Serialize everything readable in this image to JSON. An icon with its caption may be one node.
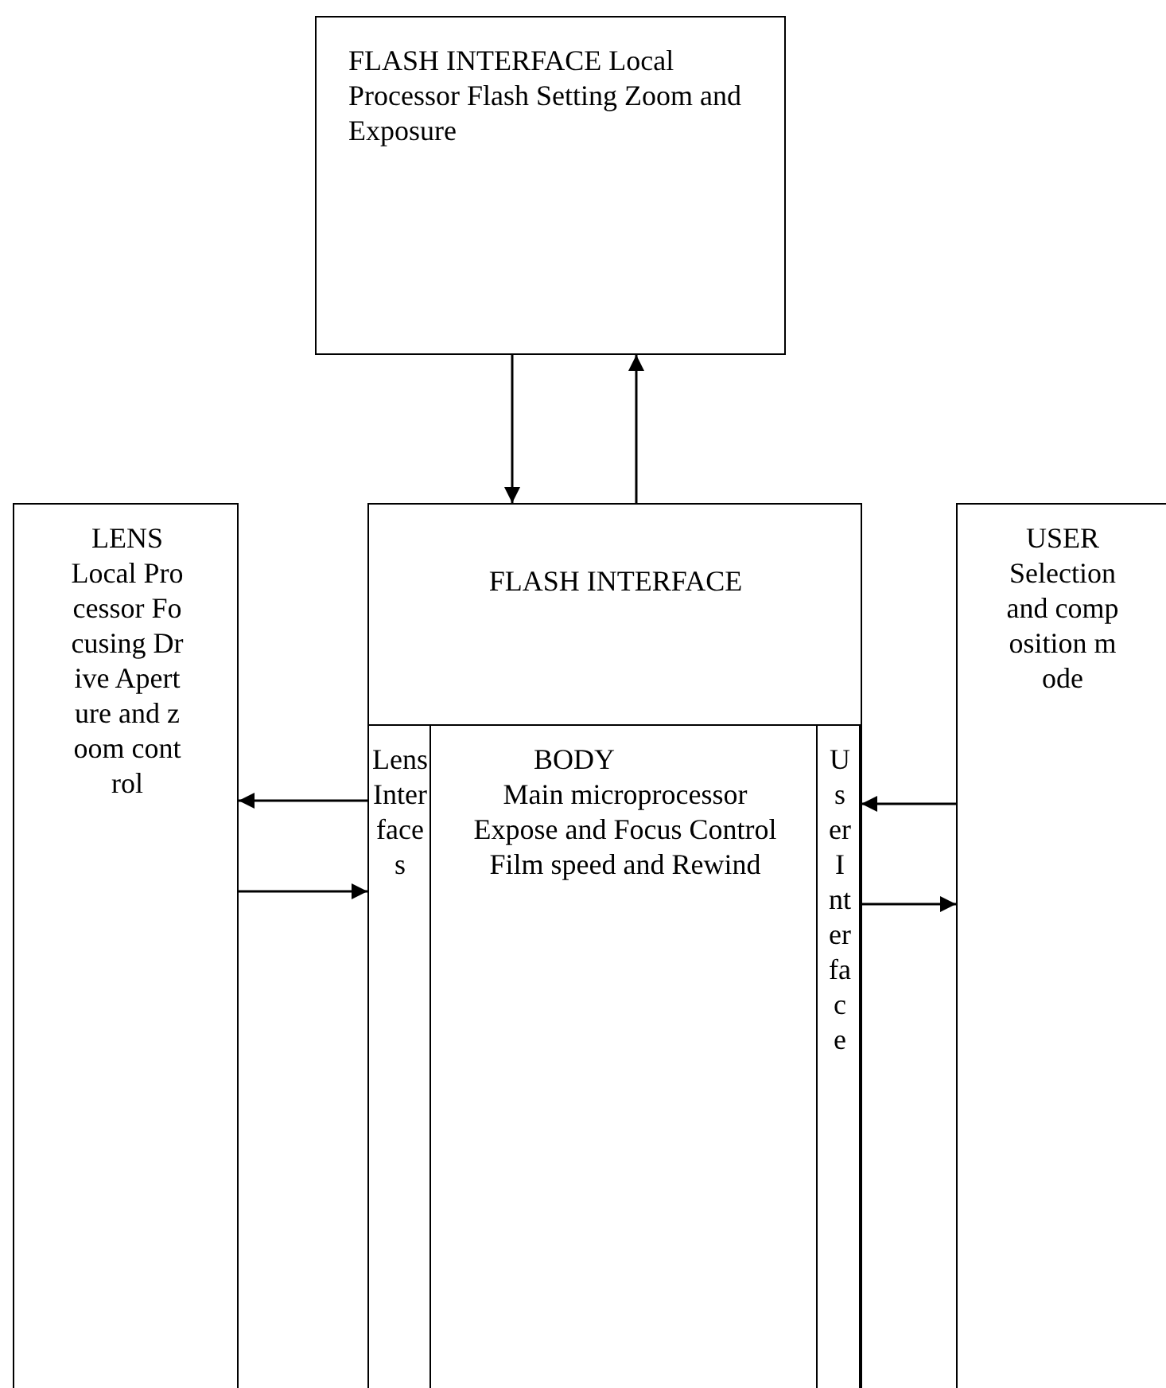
{
  "diagram": {
    "nodes": [
      {
        "text": [
          "FLASH INTERFACE Local Processor Flash Setting Zoom and Exposure"
        ]
      },
      {
        "text": [
          "LENS",
          "Local Processor Focusing Drive Aperture and zoom control"
        ]
      },
      {
        "text": [
          "FLASH INTERFACE"
        ]
      },
      {
        "text": [
          "Lens Interfaces"
        ],
        "in": 2
      },
      {
        "text": [
          "BODY",
          "Main microprocessor Expose and Focus Control Film speed and Rewind"
        ],
        "in": 2
      },
      {
        "text": [
          "User Interface"
        ],
        "in": 2
      },
      {
        "text": [
          "USER",
          "Selection and composition mode"
        ]
      }
    ],
    "edges": [
      {
        "from": 0,
        "to": 2,
        "arrow": "to"
      },
      {
        "from": 2,
        "to": 0,
        "arrow": "to"
      },
      {
        "from": 3,
        "to": 1,
        "arrow": "to"
      },
      {
        "from": 1,
        "to": 3,
        "arrow": "to"
      },
      {
        "from": 6,
        "to": 5,
        "arrow": "to"
      },
      {
        "from": 5,
        "to": 6,
        "arrow": "to"
      }
    ]
  }
}
